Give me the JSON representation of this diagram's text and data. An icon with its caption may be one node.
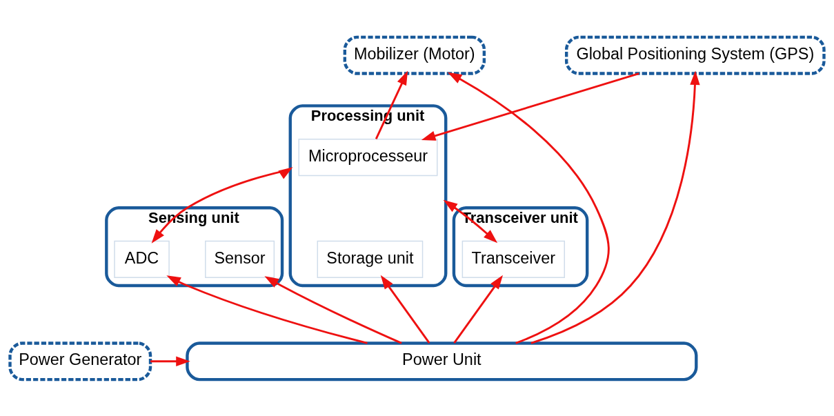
{
  "diagram": {
    "nodes": [
      {
        "text": [
          "Sensing unit"
        ]
      },
      {
        "text": [
          "Sensor"
        ],
        "in": 0
      },
      {
        "text": [
          "ADC"
        ],
        "in": 0
      },
      {
        "text": [
          "Processing unit"
        ]
      },
      {
        "text": [
          "Microprocesseur"
        ],
        "in": 3
      },
      {
        "text": [
          "Storage unit"
        ],
        "in": 3
      },
      {
        "text": [
          "Transceiver unit"
        ]
      },
      {
        "text": [
          "Transceiver"
        ],
        "in": 6
      },
      {
        "text": [
          "Global Positioning System (GPS)"
        ]
      },
      {
        "text": [
          "Mobilizer (Motor)"
        ]
      },
      {
        "text": [
          "Power Unit"
        ]
      },
      {
        "text": [
          "Power Generator"
        ]
      }
    ],
    "edges": [
      {
        "from": 8,
        "to": 4,
        "arrow": "to"
      },
      {
        "from": 4,
        "to": 9,
        "arrow": "to"
      },
      {
        "from": 2,
        "to": 3,
        "arrow": "both"
      },
      {
        "from": 3,
        "to": 7,
        "arrow": "both"
      },
      {
        "from": 10,
        "to": 8,
        "arrow": "to"
      },
      {
        "from": 10,
        "to": 1,
        "arrow": "to"
      },
      {
        "from": 10,
        "to": 2,
        "arrow": "to"
      },
      {
        "from": 10,
        "to": 5,
        "arrow": "to"
      },
      {
        "from": 10,
        "to": 7,
        "arrow": "to"
      },
      {
        "from": 10,
        "to": 9,
        "arrow": "to"
      },
      {
        "from": 11,
        "to": 10,
        "arrow": "to"
      }
    ]
  }
}
